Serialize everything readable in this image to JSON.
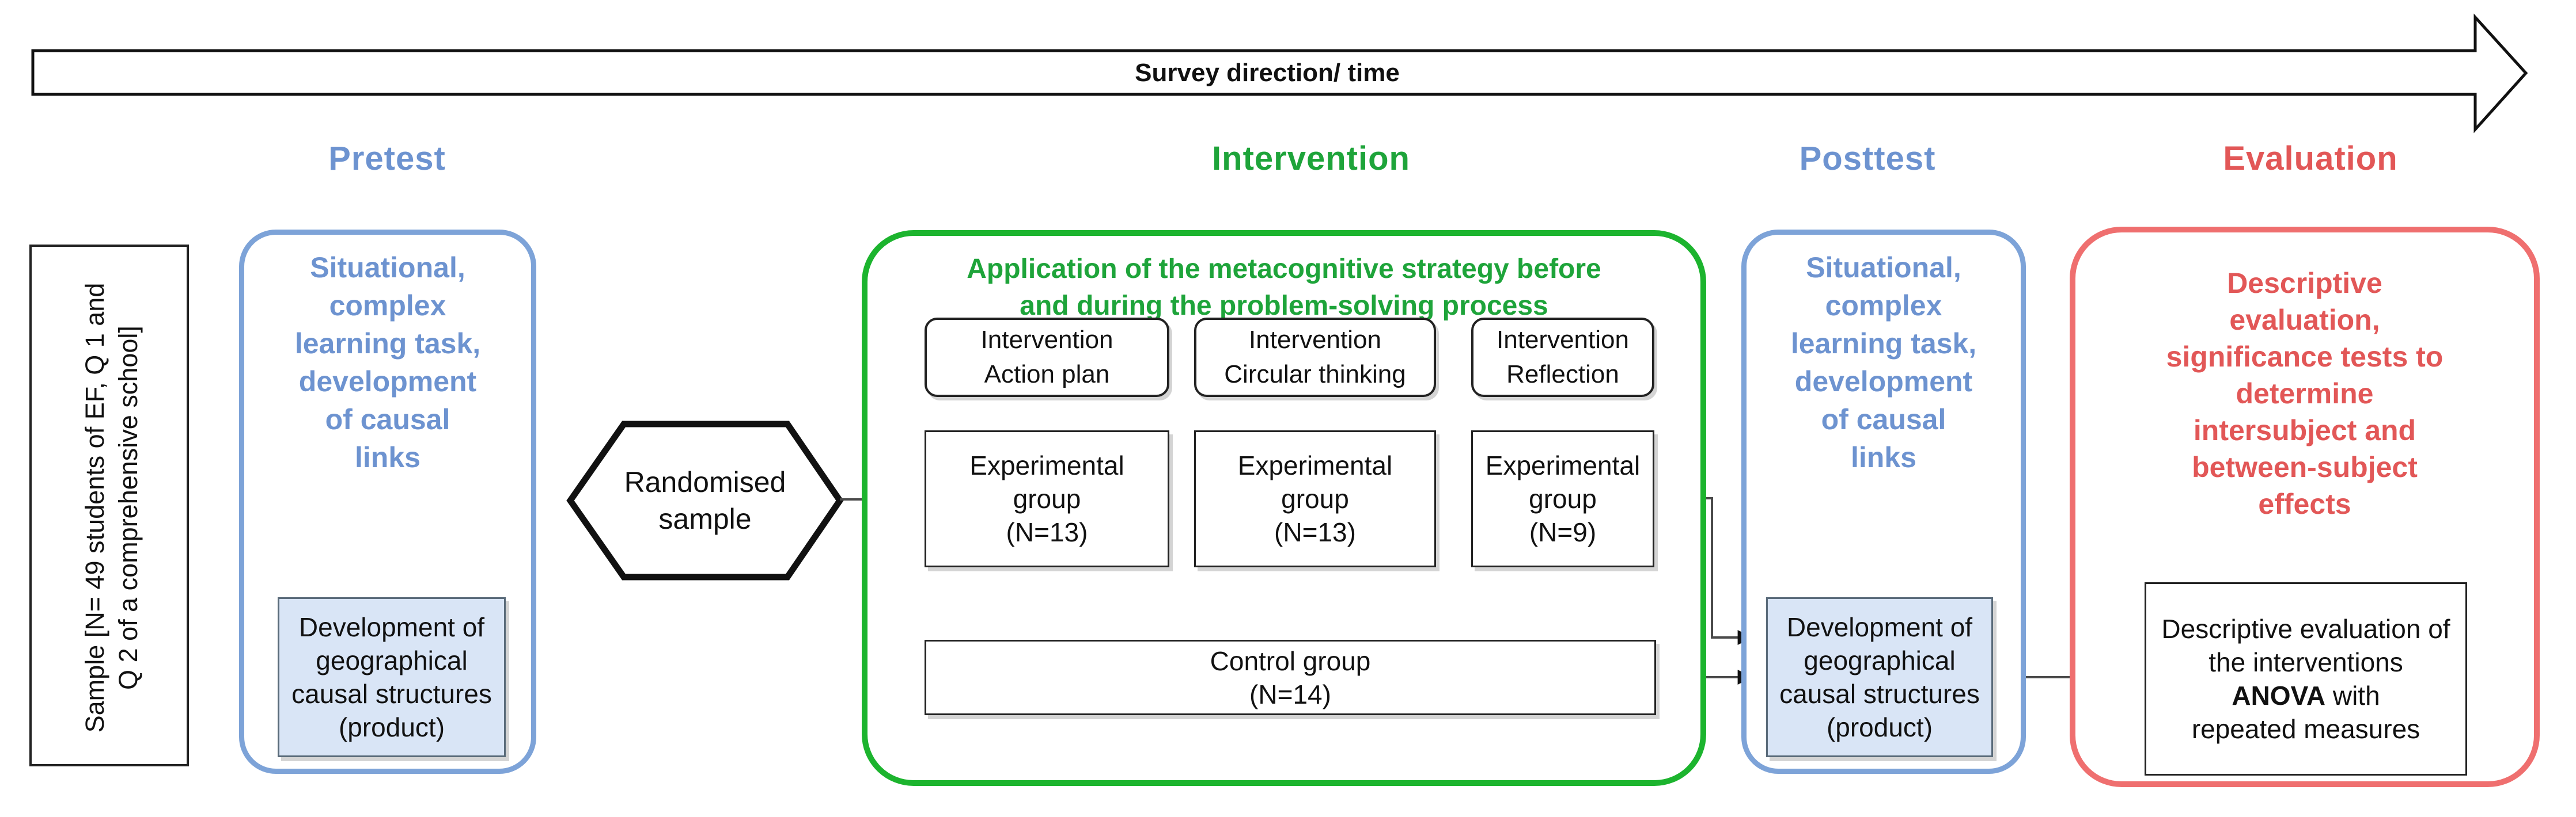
{
  "survey_arrow": {
    "label": "Survey direction/ time"
  },
  "headers": {
    "pretest": "Pretest",
    "intervention": "Intervention",
    "posttest": "Posttest",
    "evaluation": "Evaluation"
  },
  "sample_box": {
    "text": "Sample [N= 49 students of EF, Q 1 and\nQ 2 of a comprehensive school]"
  },
  "pretest": {
    "title": "Situational,\ncomplex\nlearning task,\ndevelopment\nof causal\nlinks",
    "product": "Development of\ngeographical\ncausal structures\n(product)"
  },
  "randomised": {
    "label": "Randomised\nsample"
  },
  "intervention": {
    "title": "Application of the metacognitive strategy before\nand during the problem-solving process",
    "strategies": [
      {
        "label": "Intervention\nAction plan"
      },
      {
        "label": "Intervention\nCircular thinking"
      },
      {
        "label": "Intervention\nReflection"
      }
    ],
    "experimental_groups": [
      {
        "label": "Experimental\ngroup\n(N=13)"
      },
      {
        "label": "Experimental\ngroup\n(N=13)"
      },
      {
        "label": "Experimental\ngroup\n(N=9)"
      }
    ],
    "control_group": {
      "label": "Control group\n(N=14)"
    }
  },
  "posttest": {
    "title": "Situational,\ncomplex\nlearning task,\ndevelopment\nof causal\nlinks",
    "product": "Development of\ngeographical\ncausal structures\n(product)"
  },
  "evaluation": {
    "title": "Descriptive\nevaluation,\nsignificance tests to\ndetermine\nintersubject and\nbetween-subject\neffects",
    "product": {
      "line_before": "Descriptive evaluation of\nthe interventions",
      "bold": "ANOVA",
      "after_bold": " with",
      "line_after": "repeated measures"
    }
  },
  "colors": {
    "phase_blue": "#6d93d0",
    "blue_border": "#7da3d8",
    "blue_fill": "#d9e5f6",
    "green": "#1cb42e",
    "red_text": "#e25757",
    "red_border": "#ef6f6f",
    "connector_gray": "#4a4a4a"
  }
}
